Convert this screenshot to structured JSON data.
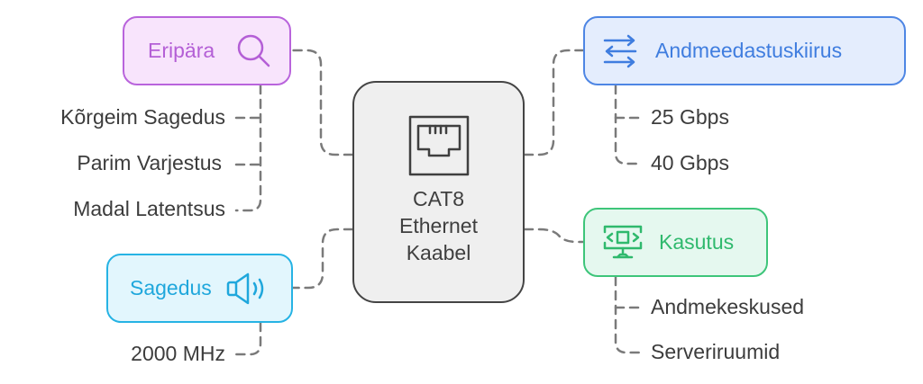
{
  "center": {
    "icon": "ethernet-port-icon",
    "lines": [
      "CAT8",
      "Ethernet",
      "Kaabel"
    ]
  },
  "branches": {
    "features": {
      "label": "Eripära",
      "icon": "search-icon",
      "color": "#b964dc",
      "items": [
        "Kõrgeim Sagedus",
        "Parim Varjestus",
        "Madal Latentsus"
      ]
    },
    "speed": {
      "label": "Andmeedastuskiirus",
      "icon": "arrows-exchange-icon",
      "color": "#4e86e4",
      "items": [
        "25 Gbps",
        "40 Gbps"
      ]
    },
    "usage": {
      "label": "Kasutus",
      "icon": "monitor-code-icon",
      "color": "#3ec57a",
      "items": [
        "Andmekeskused",
        "Serveriruumid"
      ]
    },
    "frequency": {
      "label": "Sagedus",
      "icon": "speaker-icon",
      "color": "#26b3e4",
      "items": [
        "2000 MHz"
      ]
    }
  }
}
